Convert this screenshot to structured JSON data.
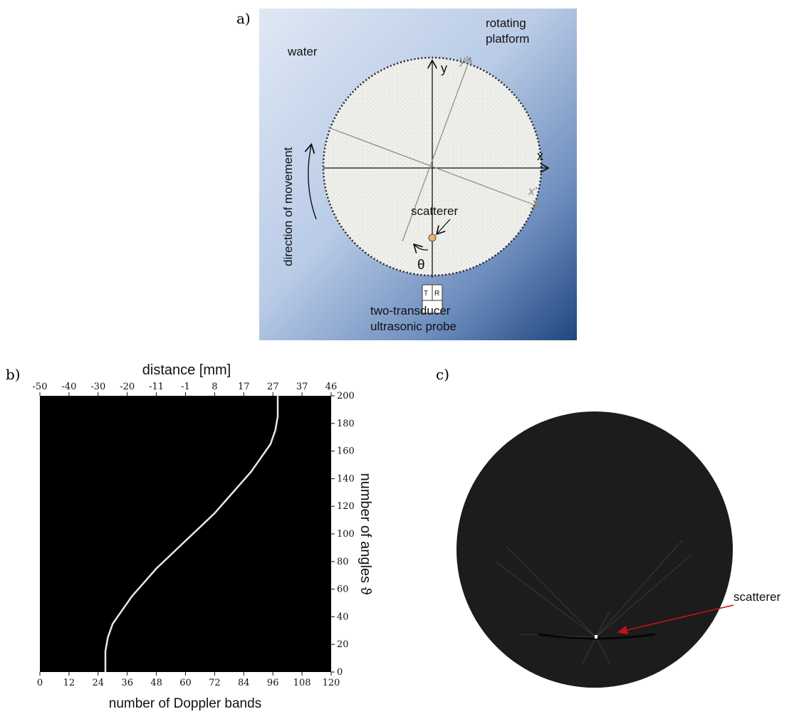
{
  "panel_a": {
    "label": "a)",
    "water": "water",
    "platform_line1": "rotating",
    "platform_line2": "platform",
    "direction": "direction of movement",
    "axis_y": "y",
    "axis_y_prime": "y'",
    "axis_x": "x",
    "axis_x_prime": "x'",
    "scatterer": "scatterer",
    "theta": "θ",
    "probe_line1": "two-transducer",
    "probe_line2": "ultrasonic probe",
    "probe_t": "T",
    "probe_r": "R"
  },
  "panel_b": {
    "label": "b)",
    "chart_data": {
      "type": "line",
      "title": "",
      "xlabel": "number of Doppler bands",
      "x2label": "distance [mm]",
      "ylabel": "number of angles ϑ",
      "xlim": [
        0,
        120
      ],
      "ylim": [
        0,
        200
      ],
      "x_ticks": [
        "0",
        "12",
        "24",
        "36",
        "48",
        "60",
        "72",
        "84",
        "96",
        "108",
        "120"
      ],
      "x2_ticks": [
        "-50",
        "-40",
        "-30",
        "-20",
        "-11",
        "-1",
        "8",
        "17",
        "27",
        "37",
        "46"
      ],
      "y_ticks": [
        "0",
        "20",
        "40",
        "60",
        "80",
        "100",
        "120",
        "140",
        "160",
        "180",
        "200"
      ],
      "series": [
        {
          "x": [
            27,
            27,
            28,
            30,
            34,
            38,
            43,
            48,
            54,
            60,
            66,
            72,
            77,
            82,
            87,
            91,
            95,
            97,
            98,
            98
          ],
          "y": [
            0,
            15,
            25,
            35,
            45,
            55,
            65,
            75,
            85,
            95,
            105,
            115,
            125,
            135,
            145,
            155,
            165,
            175,
            185,
            200
          ]
        }
      ],
      "background": "#000000",
      "line_color": "#e6e6e6"
    }
  },
  "panel_c": {
    "label": "c)",
    "scatterer": "scatterer",
    "arrow_color": "#c0141a"
  }
}
